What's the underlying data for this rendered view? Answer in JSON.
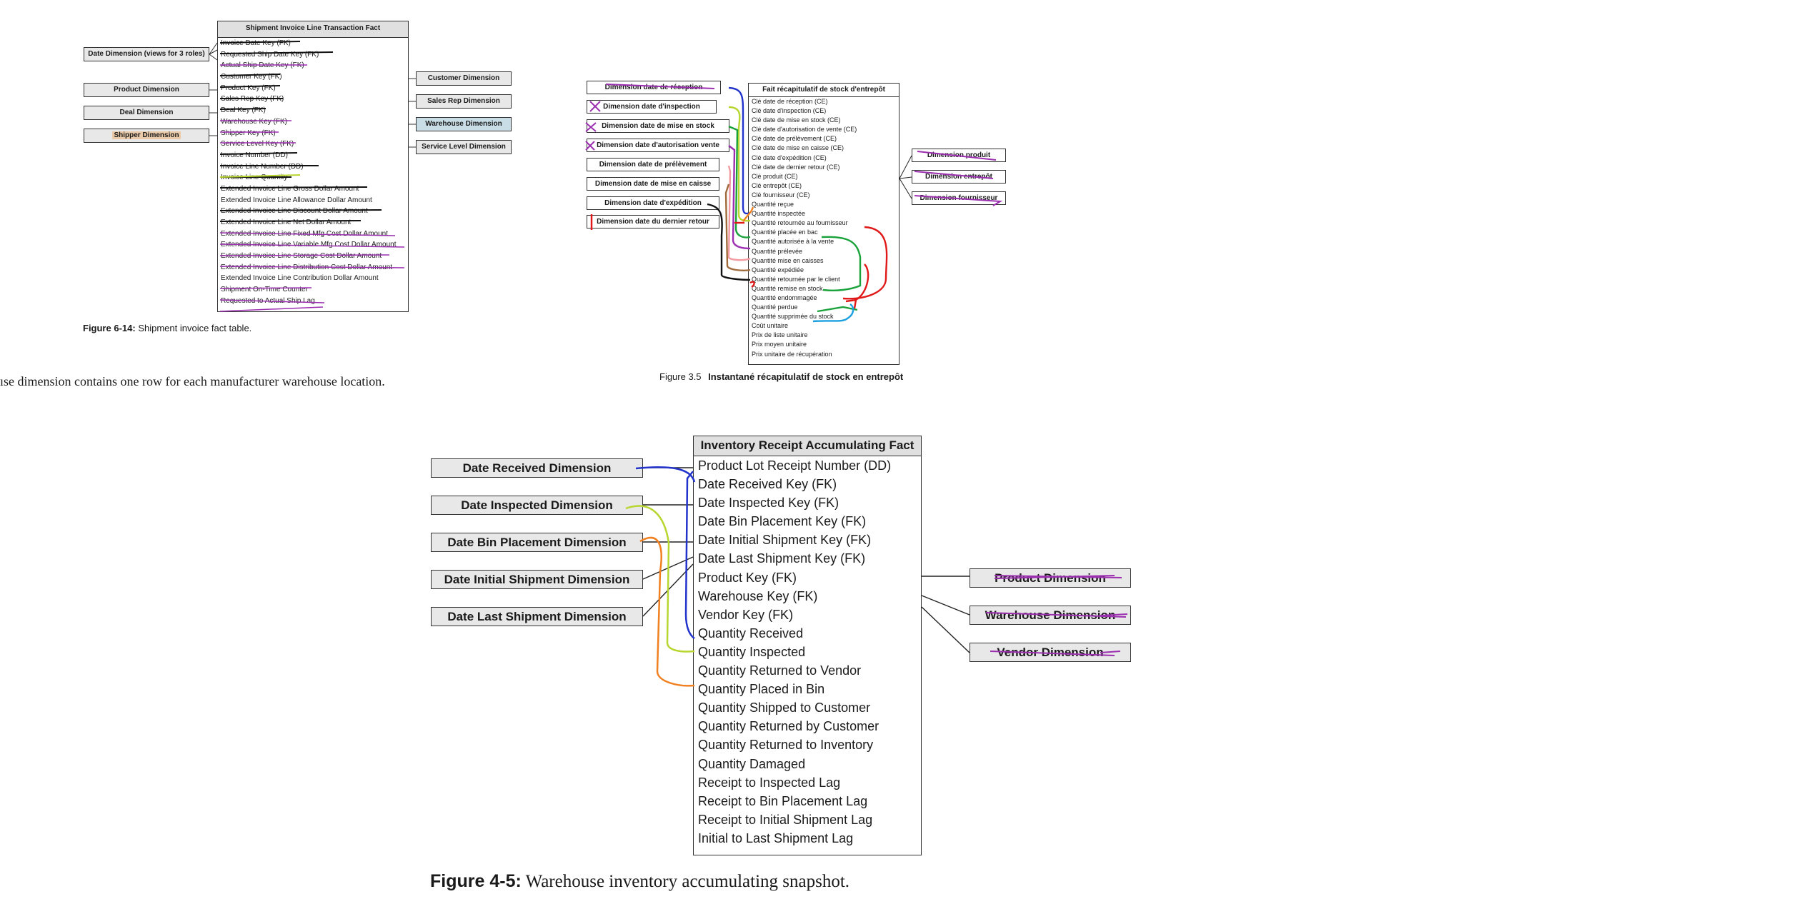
{
  "figure_6_14": {
    "fact_title": "Shipment Invoice Line Transaction Fact",
    "left_dims": [
      "Date Dimension (views for 3 roles)",
      "Product Dimension",
      "Deal Dimension",
      "Shipper Dimension"
    ],
    "right_dims": [
      "Customer Dimension",
      "Sales Rep Dimension",
      "Warehouse Dimension",
      "Service Level Dimension"
    ],
    "rows": [
      "Invoice Date Key (FK)",
      "Requested Ship Date Key (FK)",
      "Actual Ship Date Key (FK)",
      "Customer Key (FK)",
      "Product Key (FK)",
      "Sales Rep Key (FK)",
      "Deal Key (FK)",
      "Warehouse Key (FK)",
      "Shipper Key (FK)",
      "Service Level Key (FK)",
      "Invoice Number (DD)",
      "Invoice Line Number (DD)",
      "Invoice Line Quantity",
      "Extended Invoice Line Gross Dollar Amount",
      "Extended Invoice Line Allowance Dollar Amount",
      "Extended Invoice Line Discount Dollar Amount",
      "Extended Invoice Line Net Dollar Amount",
      "Extended Invoice Line Fixed Mfg Cost Dollar Amount",
      "Extended Invoice Line Variable Mfg Cost Dollar Amount",
      "Extended Invoice Line Storage Cost Dollar Amount",
      "Extended Invoice Line Distribution Cost Dollar Amount",
      "Extended Invoice Line Contribution Dollar Amount",
      "Shipment On-Time Counter",
      "Requested to Actual Ship Lag"
    ],
    "caption_label": "Figure 6-14:",
    "caption_text": "Shipment invoice fact table."
  },
  "body_text": "ıse dimension contains one row for each manufacturer warehouse location.",
  "figure_3_5": {
    "fact_title": "Fait récapitulatif de stock d'entrepôt",
    "left_dims": [
      "Dimension date de réception",
      "Dimension date d'inspection",
      "Dimension date de mise en stock",
      "Dimension date d'autorisation vente",
      "Dimension date de prélèvement",
      "Dimension date de mise en caisse",
      "Dimension date d'expédition",
      "Dimension date du dernier retour"
    ],
    "right_dims": [
      "Dimension produit",
      "Dimension entrepôt",
      "Dimension fournisseur"
    ],
    "rows": [
      "Clé date de réception (CE)",
      "Clé date d'inspection (CE)",
      "Clé date de mise en stock (CE)",
      "Clé date d'autorisation de vente (CE)",
      "Clé date de prélèvement (CE)",
      "Clé date de mise en caisse (CE)",
      "Clé date d'expédition (CE)",
      "Clé date de dernier retour (CE)",
      "Clé produit (CE)",
      "Clé entrepôt (CE)",
      "Clé fournisseur (CE)",
      "Quantité reçue",
      "Quantité inspectée",
      "Quantité retournée au fournisseur",
      "Quantité placée en bac",
      "Quantité autorisée à la vente",
      "Quantité prélevée",
      "Quantité mise en caisses",
      "Quantité expédiée",
      "Quantité retournée par le client",
      "Quantité remise en stock",
      "Quantité endommagée",
      "Quantité perdue",
      "Quantité supprimée du stock",
      "Coût unitaire",
      "Prix de liste unitaire",
      "Prix moyen unitaire",
      "Prix unitaire de récupération"
    ],
    "caption_label": "Figure 3.5",
    "caption_text": "Instantané récapitulatif de stock en entrepôt"
  },
  "figure_4_5": {
    "fact_title": "Inventory Receipt Accumulating Fact",
    "left_dims": [
      "Date Received Dimension",
      "Date Inspected Dimension",
      "Date Bin Placement Dimension",
      "Date Initial Shipment Dimension",
      "Date Last Shipment Dimension"
    ],
    "right_dims": [
      "Product Dimension",
      "Warehouse Dimension",
      "Vendor Dimension"
    ],
    "rows": [
      "Product Lot Receipt Number (DD)",
      "Date Received Key (FK)",
      "Date Inspected Key (FK)",
      "Date Bin Placement Key (FK)",
      "Date Initial Shipment Key (FK)",
      "Date Last Shipment Key (FK)",
      "Product Key (FK)",
      "Warehouse Key (FK)",
      "Vendor Key (FK)",
      "Quantity Received",
      "Quantity Inspected",
      "Quantity Returned to Vendor",
      "Quantity Placed in Bin",
      "Quantity Shipped to Customer",
      "Quantity Returned by Customer",
      "Quantity Returned to Inventory",
      "Quantity Damaged",
      "Receipt to Inspected Lag",
      "Receipt to Bin Placement Lag",
      "Receipt to Initial Shipment Lag",
      "Initial to Last Shipment Lag"
    ],
    "caption_label": "Figure 4-5:",
    "caption_text": "Warehouse inventory accumulating snapshot."
  },
  "colors": {
    "shipper_highlight": "#e9c9a8",
    "warehouse_highlight": "#c9dde6",
    "pen_black": "#111111",
    "pen_purple": "#9b2fb0",
    "pen_blue": "#2233cc",
    "pen_yellow_green": "#b8d630",
    "pen_orange": "#f08020",
    "pen_green": "#1aa23a",
    "pen_red": "#e01818",
    "pen_cyan": "#1aa0e0",
    "pen_brown": "#a06a3a",
    "pen_pink": "#f29aa0"
  }
}
